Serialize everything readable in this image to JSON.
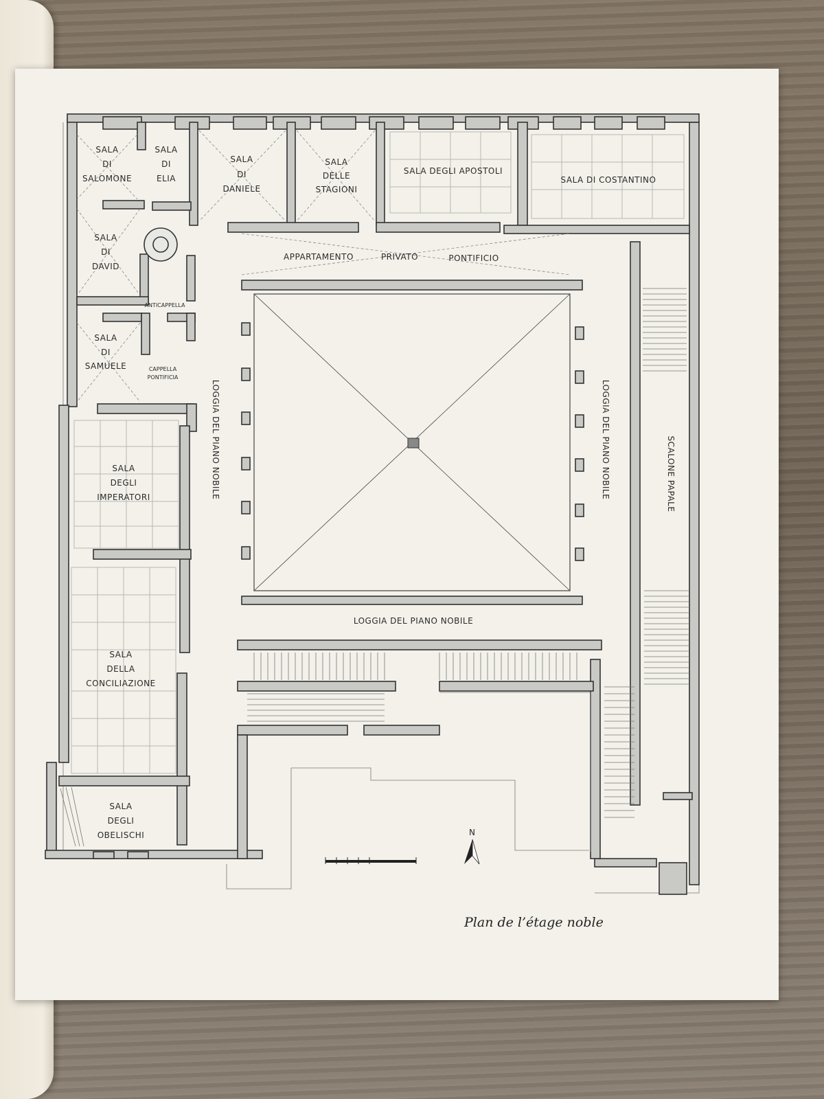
{
  "rooms": {
    "salomone": [
      "SALA",
      "DI",
      "SALOMONE"
    ],
    "elia": [
      "SALA",
      "DI",
      "ELIA"
    ],
    "daniele": [
      "SALA",
      "DI",
      "DANIELE"
    ],
    "stagioni": [
      "SALA",
      "DELLE",
      "STAGIONI"
    ],
    "apostoli": "SALA DEGLI APOSTOLI",
    "costantino": "SALA DI COSTANTINO",
    "david": [
      "SALA",
      "DI",
      "DAVID"
    ],
    "samuele": [
      "SALA",
      "DI",
      "SAMUELE"
    ],
    "anticappella": "ANTICAPPELLA",
    "cappella": [
      "CAPPELLA",
      "PONTIFICIA"
    ],
    "imperatori": [
      "SALA",
      "DEGLI",
      "IMPERATORI"
    ],
    "conciliazione": [
      "SALA",
      "DELLA",
      "CONCILIAZIONE"
    ],
    "obelischi": [
      "SALA",
      "DEGLI",
      "OBELISCHI"
    ],
    "appartamento": "APPARTAMENTO",
    "privato": "PRIVATO",
    "pontificio": "PONTIFICIO",
    "loggia_west": "LOGGIA DEL PIANO NOBILE",
    "loggia_east": "LOGGIA DEL PIANO NOBILE",
    "loggia_south": "LOGGIA DEL PIANO NOBILE",
    "scalone": "SCALONE PAPALE"
  },
  "north_label": "N",
  "caption": "Plan de l’étage noble",
  "colors": {
    "paper": "#f3f1ea",
    "wall": "#c9c9c6",
    "ink": "#2a2a2a"
  }
}
